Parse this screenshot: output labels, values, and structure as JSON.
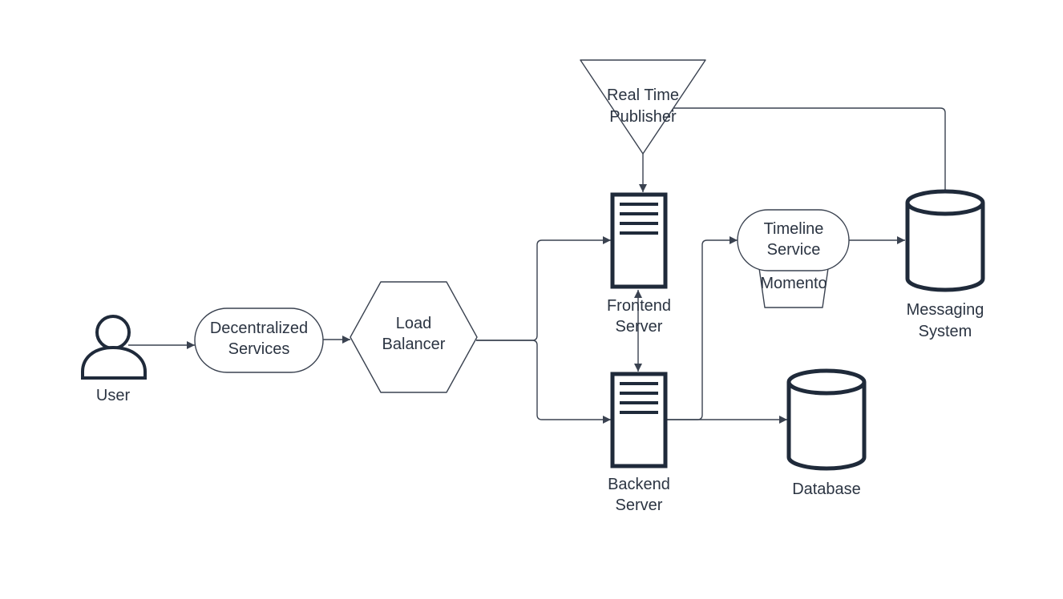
{
  "nodes": {
    "user": {
      "label": "User",
      "icon": "user-icon"
    },
    "decentralized": {
      "line1": "Decentralized",
      "line2": "Services"
    },
    "load_balancer": {
      "line1": "Load",
      "line2": "Balancer"
    },
    "publisher": {
      "line1": "Real Time",
      "line2": "Publisher"
    },
    "frontend": {
      "line1": "Frontend",
      "line2": "Server",
      "icon": "server-icon"
    },
    "backend": {
      "line1": "Backend",
      "line2": "Server",
      "icon": "server-icon"
    },
    "timeline": {
      "line1": "Timeline",
      "line2": "Service"
    },
    "momento": {
      "label": "Momento"
    },
    "messaging": {
      "line1": "Messaging",
      "line2": "System",
      "icon": "database-icon"
    },
    "database": {
      "label": "Database",
      "icon": "database-icon"
    }
  },
  "colors": {
    "stroke": "#3a4250",
    "icon": "#1f2a3a",
    "text": "#2b3442"
  }
}
